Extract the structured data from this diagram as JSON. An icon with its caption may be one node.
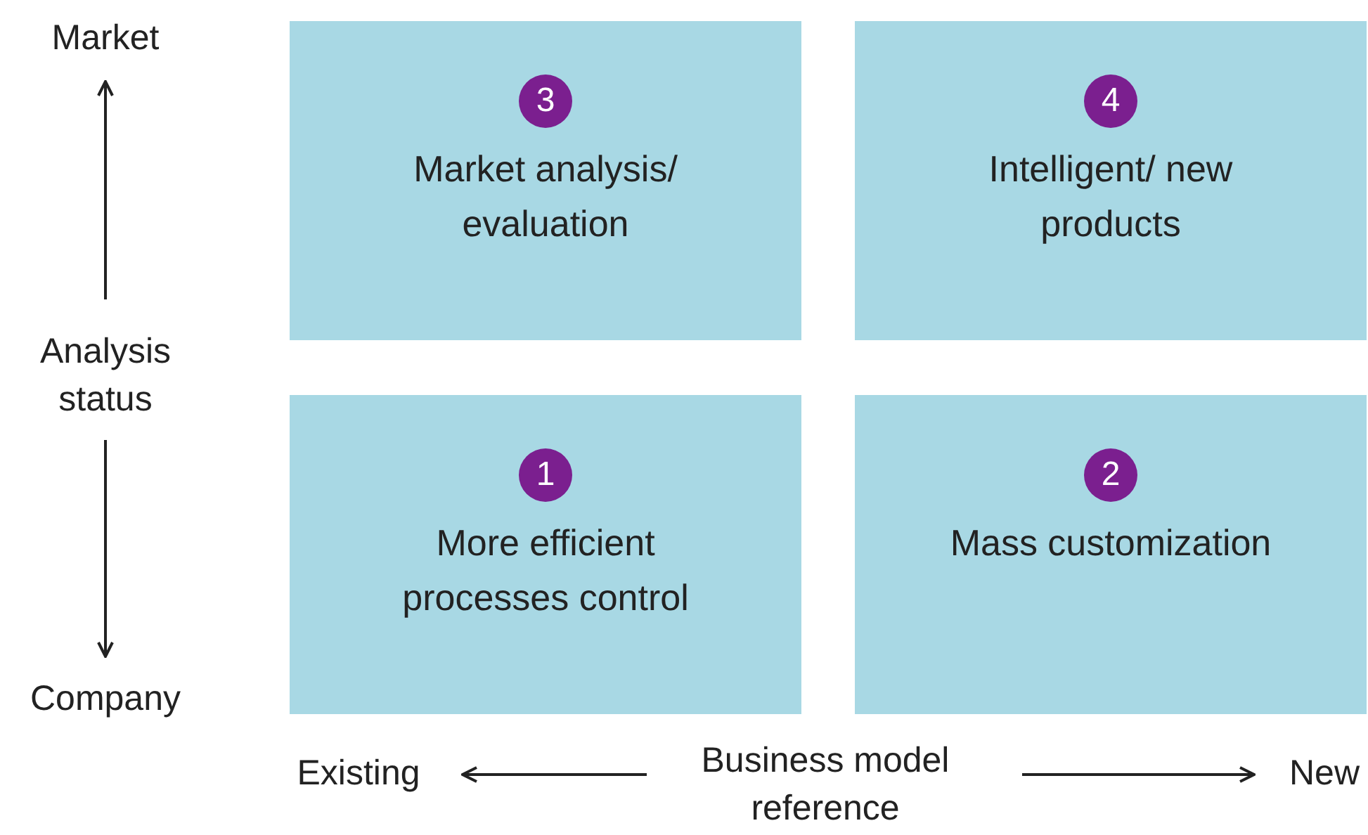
{
  "diagram": {
    "nodes": [
      {
        "text": [
          "3",
          "Market analysis/ evaluation"
        ]
      },
      {
        "text": [
          "4",
          "Intelligent/ new products"
        ]
      },
      {
        "text": [
          "1",
          "More efficient processes control"
        ]
      },
      {
        "text": [
          "2",
          "Mass customization"
        ]
      }
    ],
    "labels": [
      "Market",
      "Analysis status",
      "Company",
      "Existing",
      "Business model reference",
      "New"
    ]
  }
}
